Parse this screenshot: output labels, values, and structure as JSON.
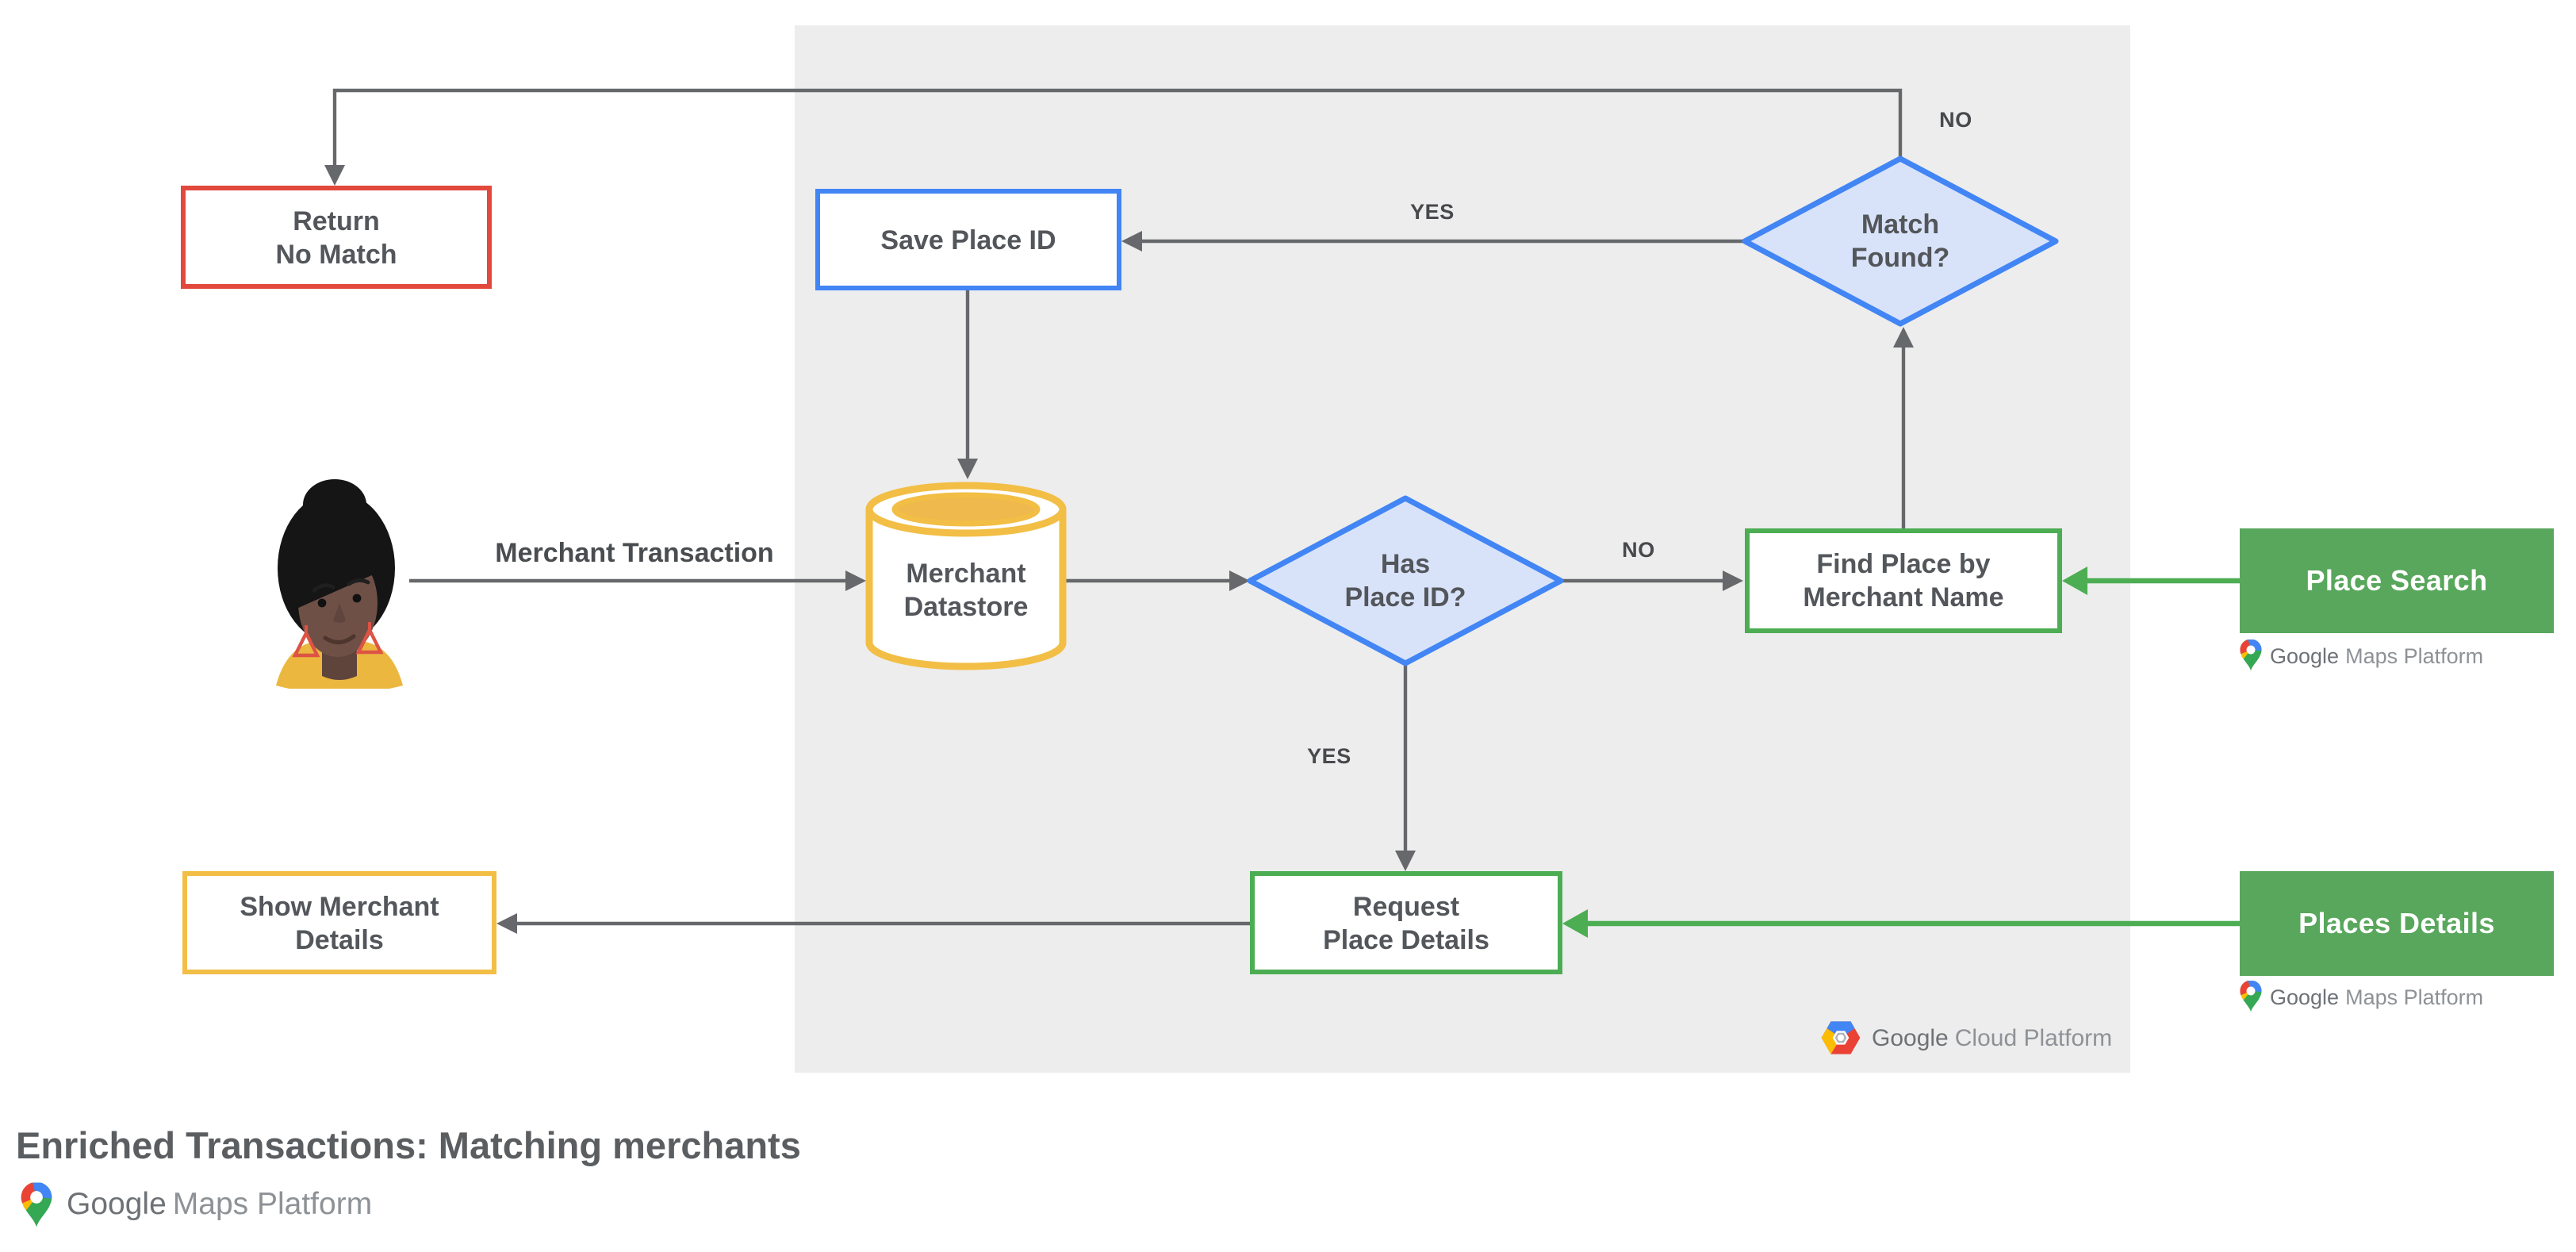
{
  "title": "Enriched Transactions: Matching merchants",
  "colors": {
    "red": "#E2483C",
    "blue": "#4285F4",
    "blue_fill": "#D8E3FA",
    "yellow": "#F2BE45",
    "amber_fill": "#F0B94E",
    "green_border": "#4CAD53",
    "green_fill": "#58A75C",
    "panel_bg": "#EDEDED",
    "arrow_gray": "#66686B",
    "label_text": "#53565A"
  },
  "nodes": {
    "return_no_match": {
      "label": "Return\nNo Match",
      "shape": "rect",
      "accent": "#E2483C"
    },
    "save_place_id": {
      "label": "Save Place ID",
      "shape": "rect",
      "accent": "#4285F4"
    },
    "match_found": {
      "label": "Match\nFound?",
      "shape": "diamond",
      "accent": "#4285F4",
      "fill": "#D8E3FA"
    },
    "merchant_datastore": {
      "label": "Merchant\nDatastore",
      "shape": "cylinder",
      "accent": "#F2BE45",
      "fill": "#F0B94E"
    },
    "has_place_id": {
      "label": "Has\nPlace ID?",
      "shape": "diamond",
      "accent": "#4285F4",
      "fill": "#D8E3FA"
    },
    "find_place_by_merchant_name": {
      "label": "Find Place by\nMerchant Name",
      "shape": "rect",
      "accent": "#4CAD53"
    },
    "place_search": {
      "label": "Place Search",
      "shape": "rect-filled",
      "accent": "#58A75C"
    },
    "request_place_details": {
      "label": "Request\nPlace Details",
      "shape": "rect",
      "accent": "#4CAD53"
    },
    "show_merchant_details": {
      "label": "Show Merchant\nDetails",
      "shape": "rect",
      "accent": "#F2BE45"
    },
    "places_details": {
      "label": "Places Details",
      "shape": "rect-filled",
      "accent": "#58A75C"
    }
  },
  "edges": [
    {
      "from": "user",
      "to": "merchant_datastore",
      "label": "Merchant Transaction"
    },
    {
      "from": "merchant_datastore",
      "to": "has_place_id",
      "label": ""
    },
    {
      "from": "has_place_id",
      "to": "find_place_by_merchant_name",
      "label": "NO"
    },
    {
      "from": "find_place_by_merchant_name",
      "to": "match_found",
      "label": ""
    },
    {
      "from": "match_found",
      "to": "save_place_id",
      "label": "YES"
    },
    {
      "from": "match_found",
      "to": "return_no_match",
      "label": "NO"
    },
    {
      "from": "save_place_id",
      "to": "merchant_datastore",
      "label": ""
    },
    {
      "from": "has_place_id",
      "to": "request_place_details",
      "label": "YES"
    },
    {
      "from": "request_place_details",
      "to": "show_merchant_details",
      "label": ""
    },
    {
      "from": "place_search",
      "to": "find_place_by_merchant_name",
      "label": ""
    },
    {
      "from": "places_details",
      "to": "request_place_details",
      "label": ""
    }
  ],
  "logos": {
    "maps_platform": {
      "google": "Google",
      "rest": "Maps Platform"
    },
    "cloud_platform": {
      "google": "Google",
      "rest": "Cloud Platform"
    }
  },
  "icons": {
    "maps_pin": "maps-pin-icon",
    "gcp_hexagon": "gcp-hexagon-icon",
    "user": "user-avatar"
  }
}
